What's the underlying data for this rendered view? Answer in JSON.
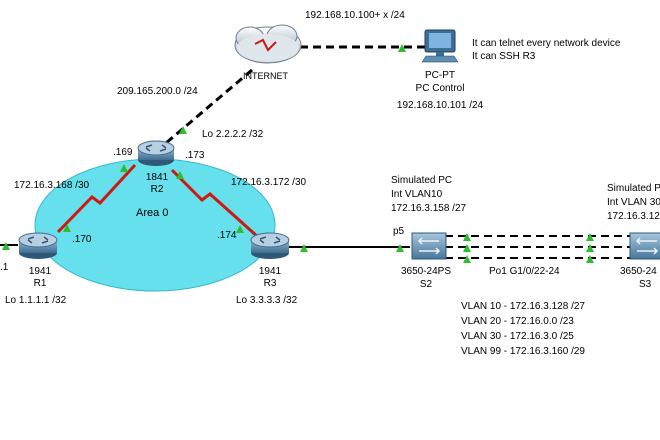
{
  "cloud": {
    "label": "INTERNET"
  },
  "pc": {
    "type": "PC-PT",
    "name": "PC Control",
    "ip": "192.168.10.101 /24",
    "note_line1": "It can telnet every network device",
    "note_line2": "It can SSH R3"
  },
  "lan_subnet": "192.168.10.100+ x /24",
  "wan_subnet": "209.165.200.0 /24",
  "r2": {
    "model": "1841",
    "name": "R2",
    "loopback": "Lo 2.2.2.2 /32",
    "if_left": ".169",
    "if_right": ".173"
  },
  "r1": {
    "model": "1941",
    "name": "R1",
    "loopback": "Lo 1.1.1.1 /32",
    "if": ".170",
    "if_left": ".1"
  },
  "r3": {
    "model": "1941",
    "name": "R3",
    "loopback": "Lo 3.3.3.3 /32",
    "if": ".174"
  },
  "link_r1_r2": "172.16.3.168 /30",
  "link_r2_r3": "172.16.3.172 /30",
  "area": "Area 0",
  "s2": {
    "model": "3650-24PS",
    "name": "S2",
    "port": "p5",
    "svi_line1": "Simulated PC",
    "svi_line2": "Int VLAN10",
    "svi_line3": "172.16.3.158 /27"
  },
  "s3": {
    "model": "3650-24",
    "name": "S3",
    "svi_line1": "Simulated P",
    "svi_line2": "Int VLAN 30",
    "svi_line3": "172.16.3.12"
  },
  "portchannel": "Po1 G1/0/22-24",
  "vlans": [
    "VLAN 10 - 172.16.3.128 /27",
    "VLAN 20 - 172.16.0.0 /23",
    "VLAN 30 - 172.16.3.0 /25",
    "VLAN 99 - 172.16.3.160 /29"
  ],
  "colors": {
    "area_fill": "#66e0ec",
    "serial_link": "#cc1a12",
    "link_status": "#2ebd2e",
    "device_body": "#3d6e93"
  }
}
